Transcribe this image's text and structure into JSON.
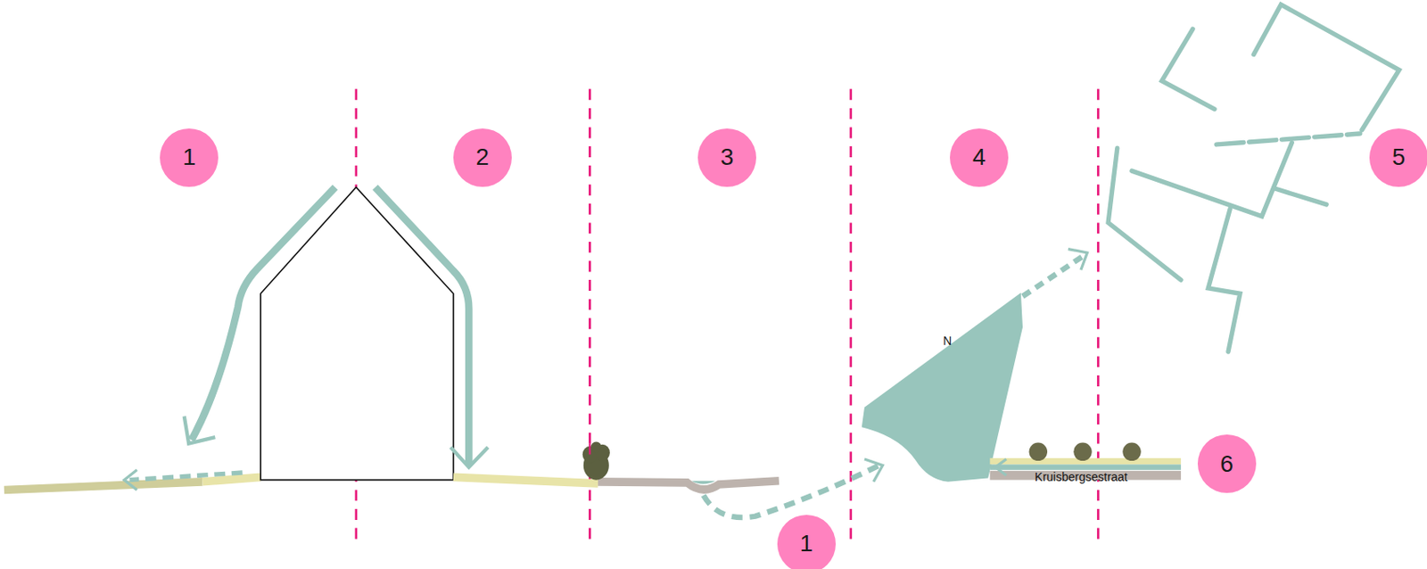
{
  "diagram": {
    "nodes": [
      {
        "text": [
          "1"
        ]
      },
      {
        "text": [
          "2"
        ]
      },
      {
        "text": [
          "3"
        ]
      },
      {
        "text": [
          "4"
        ]
      },
      {
        "text": [
          "5"
        ]
      },
      {
        "text": [
          "6"
        ]
      },
      {
        "text": [
          "1"
        ]
      }
    ],
    "labels": [
      "N",
      "Kruisbergsestraat"
    ]
  }
}
